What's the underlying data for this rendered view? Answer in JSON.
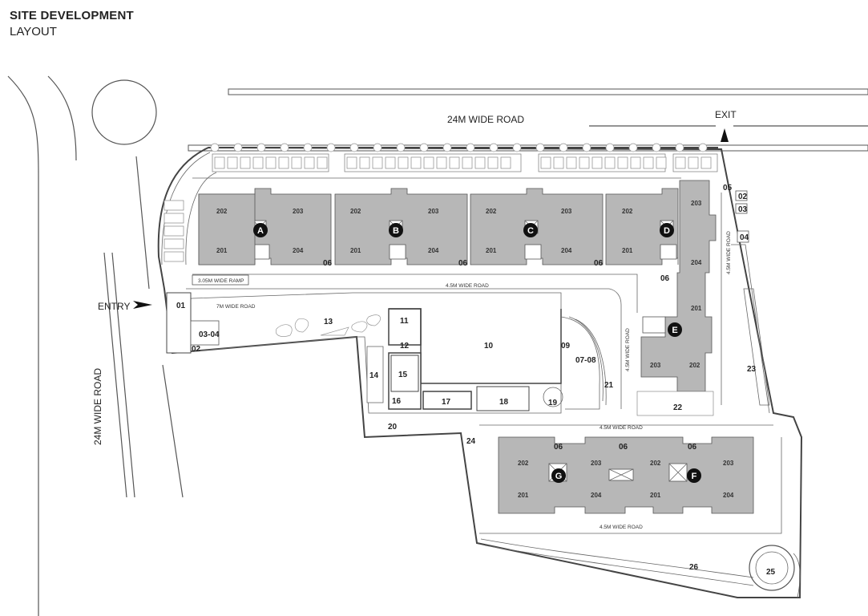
{
  "header": {
    "title": "SITE DEVELOPMENT",
    "subtitle": "LAYOUT"
  },
  "roads": {
    "north": "24M WIDE ROAD",
    "west": "24M WIDE ROAD",
    "inner_main": "4.5M WIDE ROAD",
    "east": "4.5M WIDE ROAD",
    "mid_east": "4.5M WIDE ROAD",
    "south_upper": "4.5M WIDE ROAD",
    "south_lower": "4.5M WIDE ROAD",
    "entry_road": "7M WIDE ROAD",
    "ramp": "3.05M WIDE RAMP"
  },
  "markers": {
    "entry": "ENTRY",
    "exit": "EXIT"
  },
  "blocks": [
    "A",
    "B",
    "C",
    "D",
    "E",
    "F",
    "G"
  ],
  "unit_labels": {
    "u201": "201",
    "u202": "202",
    "u203": "203",
    "u204": "204"
  },
  "amenities": {
    "a01": "01",
    "a02": "02",
    "a02b": "02",
    "a03": "03",
    "a0304": "03-04",
    "a04": "04",
    "a05": "05",
    "a06": "06",
    "a0708": "07-08",
    "a09": "09",
    "a10": "10",
    "a11": "11",
    "a12": "12",
    "a13": "13",
    "a14": "14",
    "a15": "15",
    "a16": "16",
    "a17": "17",
    "a18": "18",
    "a19": "19",
    "a20": "20",
    "a21": "21",
    "a22": "22",
    "a23": "23",
    "a24": "24",
    "a25": "25",
    "a26": "26"
  }
}
